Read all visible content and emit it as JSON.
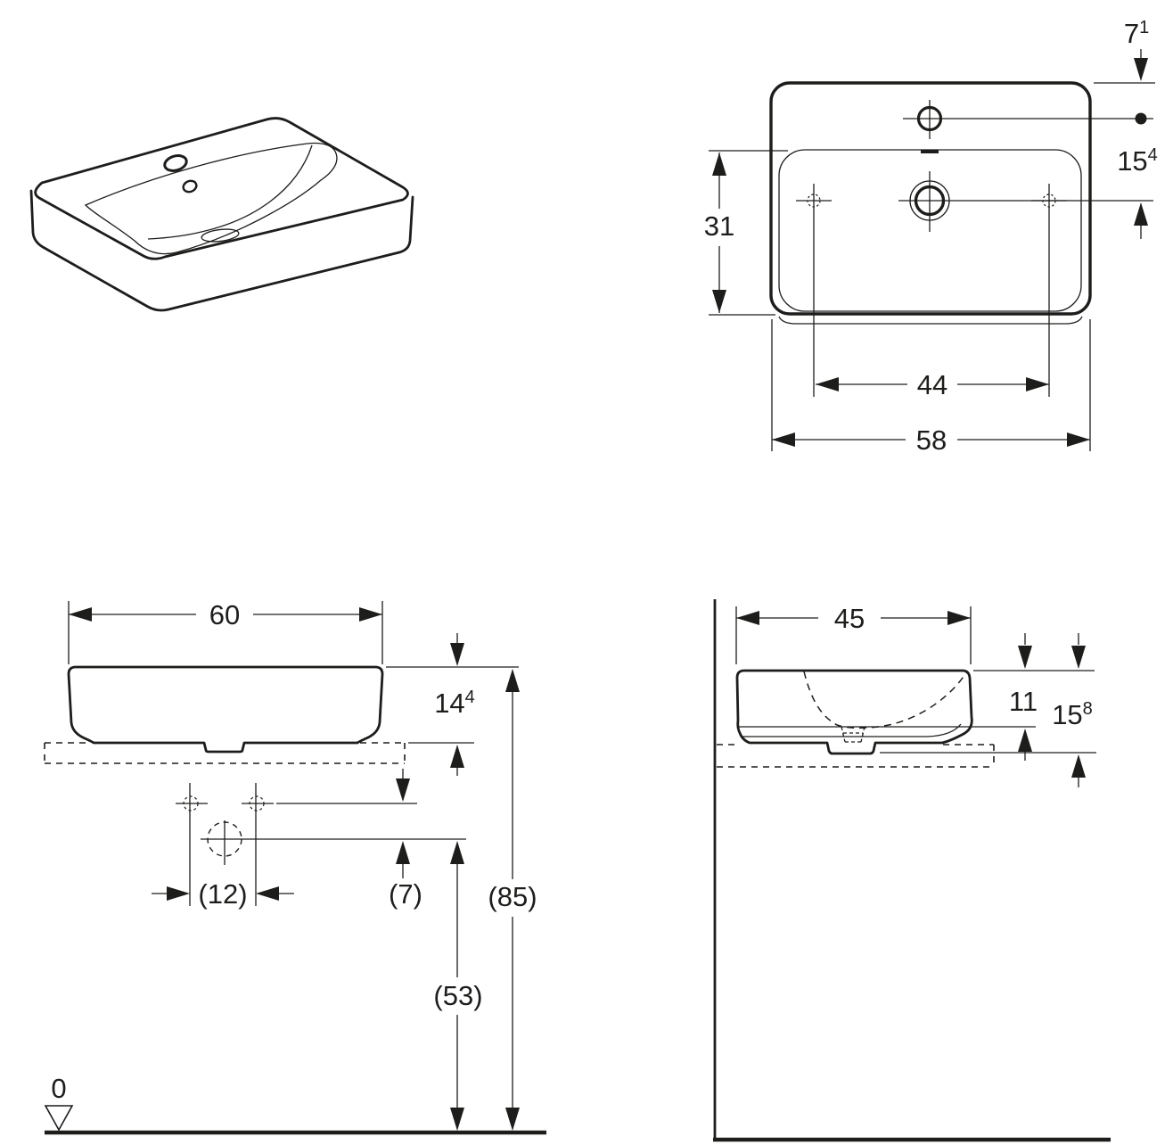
{
  "drawing": {
    "kind": "washbasin technical dimension drawing",
    "line_color": "#1d1d1b",
    "background_color": "#ffffff"
  },
  "views": {
    "top_view": {
      "dims": {
        "rear_edge_to_tap": {
          "value": "7",
          "sup": "1"
        },
        "tap_to_drain": {
          "value": "15",
          "sup": "4"
        },
        "bowl_depth": {
          "value": "31"
        },
        "side_holes_spacing": {
          "value": "44"
        },
        "overall_width": {
          "value": "58"
        }
      }
    },
    "front_view": {
      "dims": {
        "overall_width": {
          "value": "60"
        },
        "basin_height": {
          "value": "14",
          "sup": "4"
        },
        "supply_spacing": {
          "value": "(12)"
        },
        "supply_to_drain": {
          "value": "(7)"
        },
        "drain_outlet_height": {
          "value": "(53)"
        },
        "rim_height": {
          "value": "(85)"
        },
        "floor_datum": {
          "value": "0"
        }
      }
    },
    "side_view": {
      "dims": {
        "overall_depth": {
          "value": "45"
        },
        "rim_to_overflow_edge": {
          "value": "11"
        },
        "rim_to_base": {
          "value": "15",
          "sup": "8"
        }
      }
    }
  }
}
